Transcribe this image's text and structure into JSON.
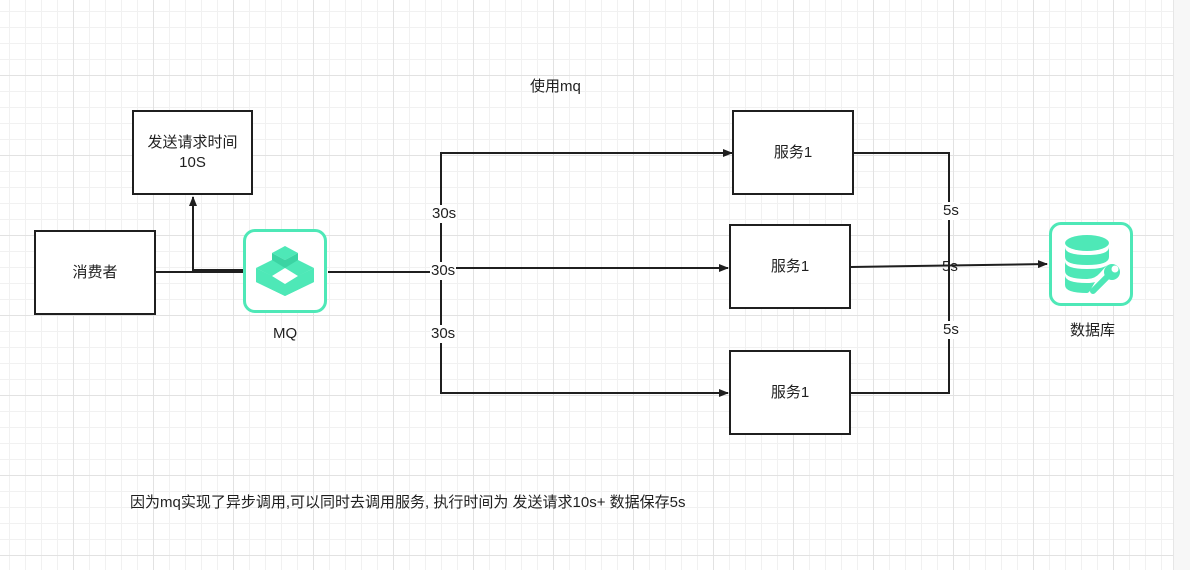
{
  "title": "使用mq",
  "nodes": {
    "consumer": "消费者",
    "send_time": "发送请求时间\n10S",
    "mq": "MQ",
    "service_top": "服务1",
    "service_mid": "服务1",
    "service_bottom": "服务1",
    "database": "数据库"
  },
  "edge_labels": {
    "mq_to_top": "30s",
    "mq_to_mid": "30s",
    "mq_to_bottom": "30s",
    "top_to_db": "5s",
    "mid_to_db": "5s",
    "bottom_to_db": "5s"
  },
  "note": "因为mq实现了异步调用,可以同时去调用服务, 执行时间为 发送请求10s+ 数据保存5s",
  "colors": {
    "accent": "#4ee8b7",
    "stroke": "#1f1f1f"
  },
  "icons": {
    "mq": "mq-cube-icon",
    "database": "database-wrench-icon"
  }
}
